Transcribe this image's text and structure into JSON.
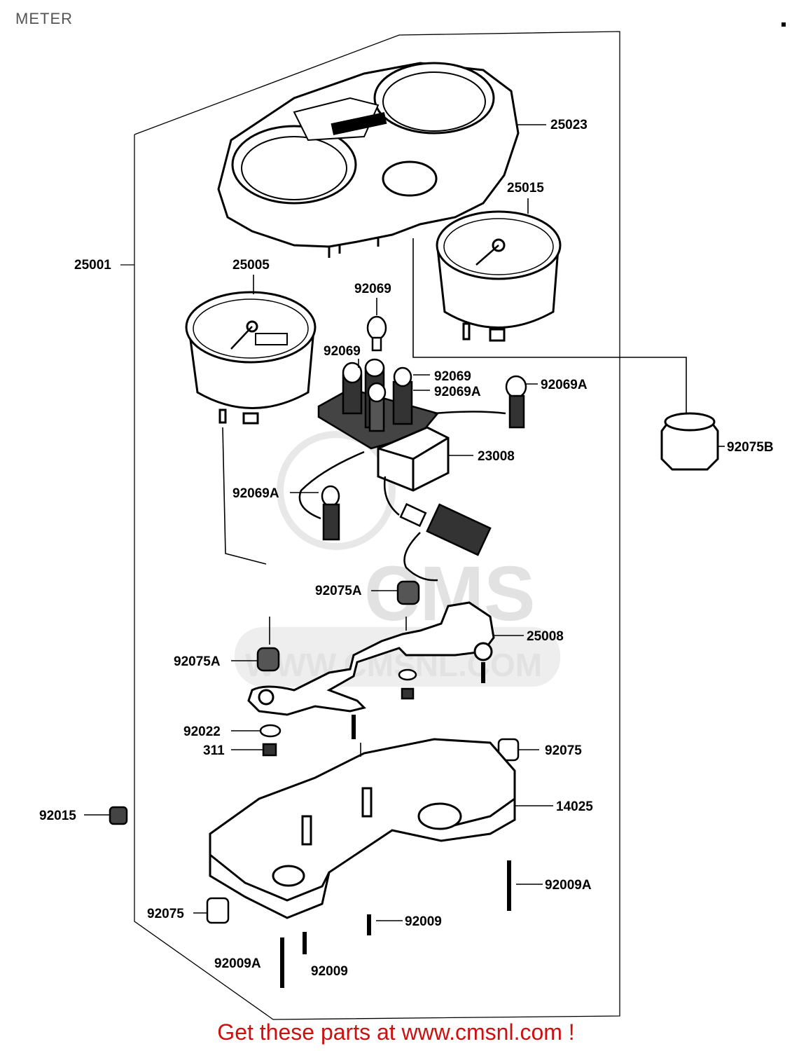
{
  "title": "METER",
  "watermark": {
    "text": "WWW.CMSNL.COM",
    "brand": "CMS"
  },
  "part_labels": [
    {
      "id": "lbl-25023",
      "text": "25023"
    },
    {
      "id": "lbl-25015",
      "text": "25015"
    },
    {
      "id": "lbl-25001",
      "text": "25001"
    },
    {
      "id": "lbl-25005",
      "text": "25005"
    },
    {
      "id": "lbl-92069-top",
      "text": "92069"
    },
    {
      "id": "lbl-92069-left",
      "text": "92069"
    },
    {
      "id": "lbl-92069-right",
      "text": "92069"
    },
    {
      "id": "lbl-92069a-mid",
      "text": "92069A"
    },
    {
      "id": "lbl-92069a-right",
      "text": "92069A"
    },
    {
      "id": "lbl-92075b",
      "text": "92075B"
    },
    {
      "id": "lbl-23008",
      "text": "23008"
    },
    {
      "id": "lbl-92069a-left",
      "text": "92069A"
    },
    {
      "id": "lbl-92075a-center",
      "text": "92075A"
    },
    {
      "id": "lbl-25008",
      "text": "25008"
    },
    {
      "id": "lbl-92075a-left",
      "text": "92075A"
    },
    {
      "id": "lbl-92022",
      "text": "92022"
    },
    {
      "id": "lbl-311",
      "text": "311"
    },
    {
      "id": "lbl-92075-right",
      "text": "92075"
    },
    {
      "id": "lbl-14025",
      "text": "14025"
    },
    {
      "id": "lbl-92015",
      "text": "92015"
    },
    {
      "id": "lbl-92009a-right",
      "text": "92009A"
    },
    {
      "id": "lbl-92075-left",
      "text": "92075"
    },
    {
      "id": "lbl-92009-right",
      "text": "92009"
    },
    {
      "id": "lbl-92009a-bottom",
      "text": "92009A"
    },
    {
      "id": "lbl-92009-bottom",
      "text": "92009"
    }
  ],
  "footer": {
    "text": "Get these parts at www.cmsnl.com !"
  }
}
